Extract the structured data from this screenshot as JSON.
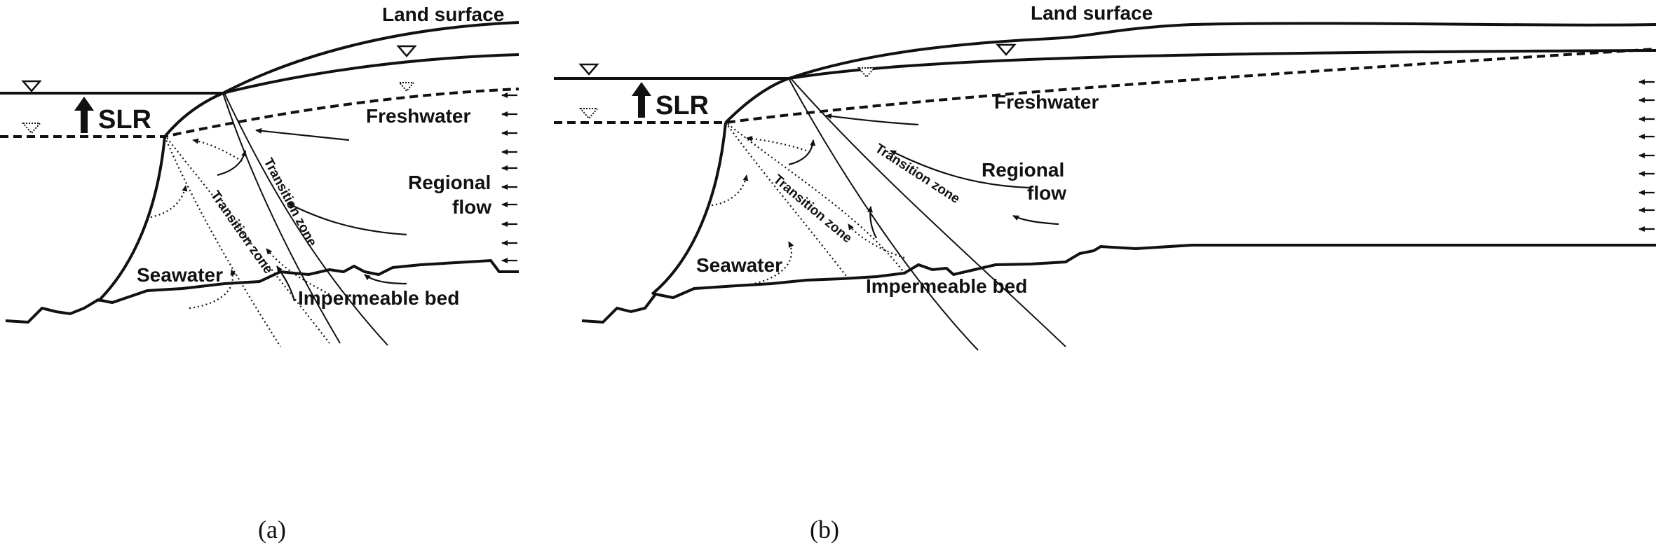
{
  "panel_a": {
    "land_surface": "Land surface",
    "slr": "SLR",
    "freshwater": "Freshwater",
    "regional_1": "Regional",
    "regional_2": "flow",
    "seawater": "Seawater",
    "transition_1": "Transition zone",
    "transition_2": "Transition zone",
    "bed": "Impermeable bed",
    "caption": "(a)"
  },
  "panel_b": {
    "land_surface": "Land surface",
    "slr": "SLR",
    "freshwater": "Freshwater",
    "regional_1": "Regional",
    "regional_2": "flow",
    "seawater": "Seawater",
    "transition_1": "Transition zone",
    "transition_2": "Transition zone",
    "bed": "Impermeable bed",
    "caption": "(b)"
  }
}
